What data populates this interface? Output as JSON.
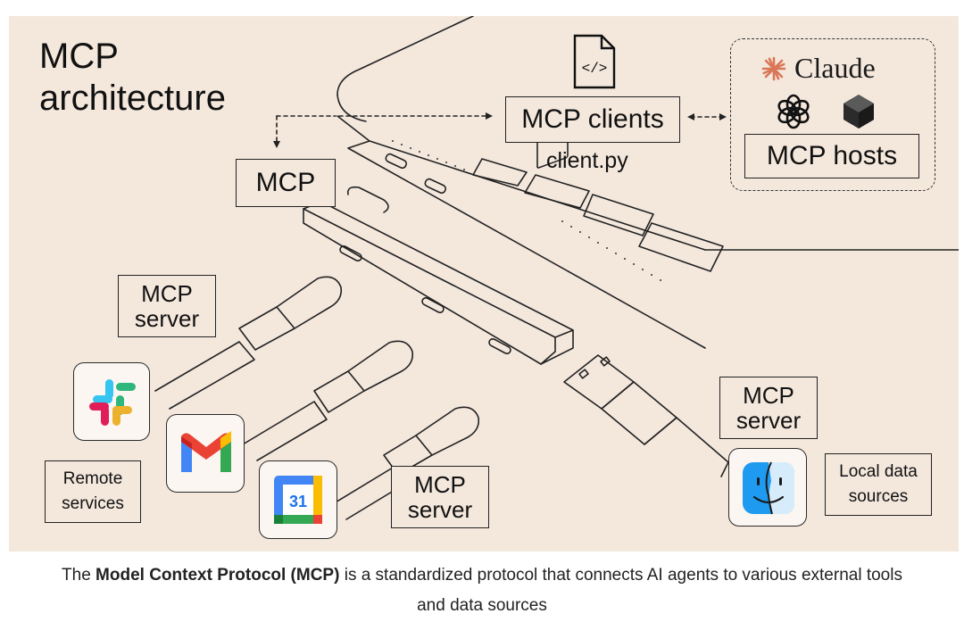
{
  "diagram": {
    "title": "MCP\narchitecture",
    "mcp_label": "MCP",
    "clients_label": "MCP clients",
    "client_file": "client.py",
    "hosts_label": "MCP hosts",
    "claude_wordmark": "Claude",
    "server_label_top": "MCP\nserver",
    "server_label_bottom": "MCP\nserver",
    "server_label_right": "MCP\nserver",
    "remote_services": "Remote\nservices",
    "local_data_sources": "Local data\nsources",
    "calendar_day": "31",
    "icons": [
      "code-file-icon",
      "claude-logo-icon",
      "openai-logo-icon",
      "perplexity-logo-icon",
      "slack-icon",
      "gmail-icon",
      "google-calendar-icon",
      "finder-icon"
    ],
    "colors": {
      "background": "#f4e8dd",
      "claude_orange": "#d97757",
      "line": "#222222"
    }
  },
  "caption": {
    "prefix": "The ",
    "bold": "Model Context Protocol (MCP)",
    "line1_rest": " is a standardized protocol that connects AI agents to various external tools",
    "line2": "and data sources"
  }
}
